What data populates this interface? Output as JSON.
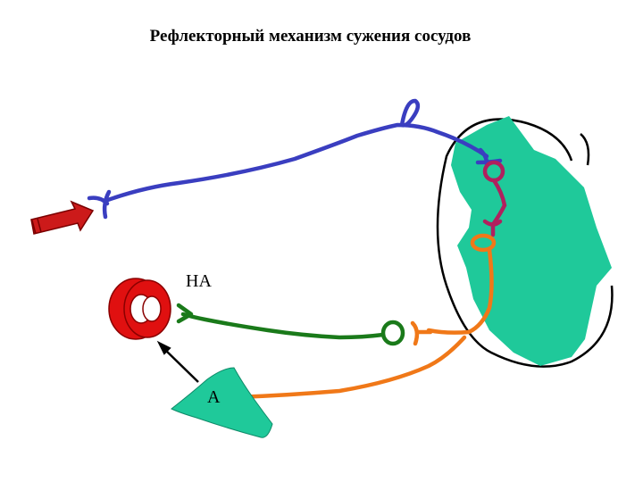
{
  "title": "Рефлекторный механизм сужения сосудов",
  "labels": {
    "na": "НА",
    "a": "А"
  },
  "colors": {
    "afferent": "#3a3ec0",
    "interneuron": "#b0205e",
    "efferent": "#f07818",
    "postganglionic": "#1a7a1a",
    "tissue": "#1fc99a",
    "vessel": "#e01010",
    "stimulus": "#cc1a1a"
  },
  "icons": {
    "stimulus": "arrow-icon",
    "vessel": "blood-vessel-icon"
  }
}
